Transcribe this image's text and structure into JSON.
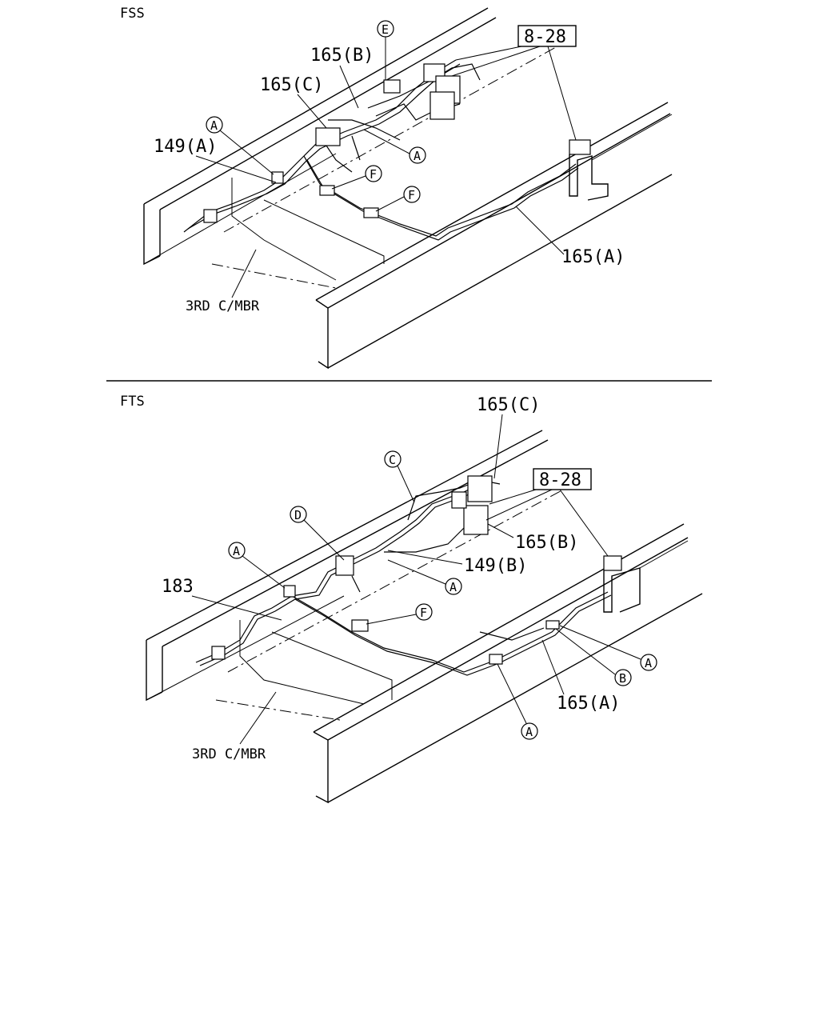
{
  "sections": [
    {
      "title": "FSS",
      "callouts": {
        "ref_box": "8-28",
        "p165b": "165(B)",
        "p165c": "165(C)",
        "p149a": "149(A)",
        "p165a": "165(A)",
        "member": "3RD C/MBR"
      },
      "circles": [
        "E",
        "A",
        "A",
        "F",
        "F"
      ]
    },
    {
      "title": "FTS",
      "callouts": {
        "p165c": "165(C)",
        "ref_box": "8-28",
        "p165b": "165(B)",
        "p149b": "149(B)",
        "p183": "183",
        "p165a": "165(A)",
        "member": "3RD C/MBR"
      },
      "circles": [
        "C",
        "D",
        "A",
        "A",
        "F",
        "A",
        "B",
        "A"
      ]
    }
  ]
}
